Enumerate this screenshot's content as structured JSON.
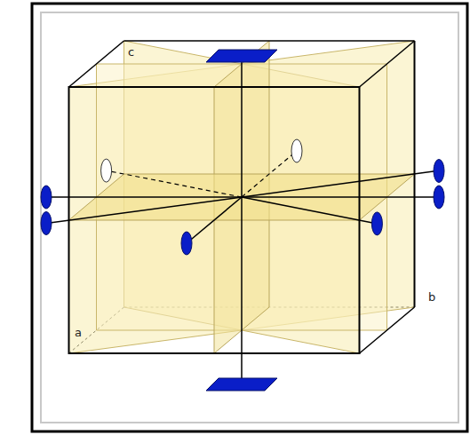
{
  "diagram": {
    "labels": [
      "c",
      "a",
      "b"
    ]
  }
}
